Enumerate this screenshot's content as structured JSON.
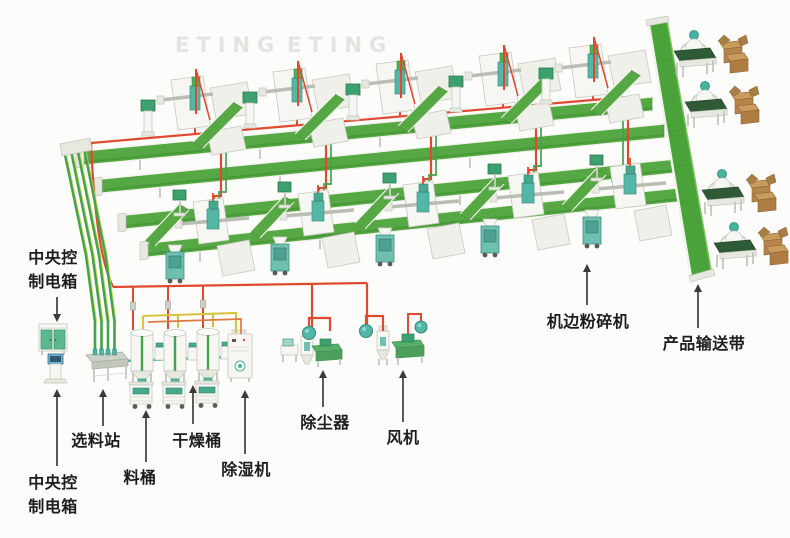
{
  "watermark": "ETING",
  "labels": {
    "central_control_box_top": "中央控\n制电箱",
    "central_control_box_bottom": "中央控\n制电箱",
    "material_selection_station": "选料站",
    "material_barrel": "料桶",
    "drying_barrel": "干燥桶",
    "dehumidifier": "除湿机",
    "dust_collector": "除尘器",
    "fan": "风机",
    "machine_side_crusher": "机边粉碎机",
    "product_conveyor_belt": "产品输送带"
  },
  "counts": {
    "injection_machines_top_row": 5,
    "injection_machines_bottom_row": 5,
    "drying_barrels": 3,
    "material_barrels": 3,
    "packing_stations": 4,
    "feed_pipes": 4,
    "conveyor_bands": 4
  },
  "colors": {
    "conveyor_green": "#55a843",
    "pipe_green": "#46a14c",
    "pipe_red": "#e0492f",
    "pipe_yellow": "#d9c23f",
    "equipment_teal": "#54b7a6",
    "cabinet_green": "#5cb98f",
    "table_dark_green": "#2e5b35",
    "carton_brown": "#b5854b",
    "arrow_gray": "#3a3a38",
    "label_text": "#1d1d1b",
    "background": "#fcfcfa"
  }
}
